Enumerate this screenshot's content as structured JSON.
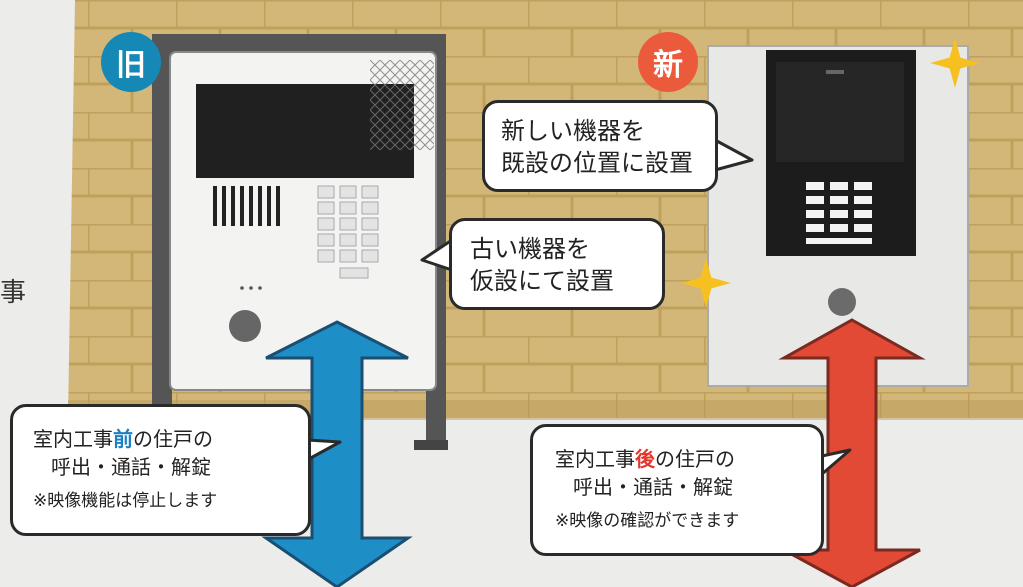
{
  "badges": {
    "old": "旧",
    "new": "新"
  },
  "side_text": "事",
  "bubbles": {
    "new_device": [
      "新しい機器を",
      "既設の位置に設置"
    ],
    "old_device": [
      "古い機器を",
      "仮設にて設置"
    ],
    "before": {
      "pre": "室内工事",
      "highlight": "前",
      "post": "の住戸の",
      "line2": "呼出・通話・解錠",
      "note": "※映像機能は停止します"
    },
    "after": {
      "pre": "室内工事",
      "highlight": "後",
      "post": "の住戸の",
      "line2": "呼出・通話・解錠",
      "note": "※映像の確認ができます"
    }
  },
  "colors": {
    "wall": "#d3b779",
    "old_accent": "#1588b6",
    "new_accent": "#ec5a3c",
    "arrow_blue": "#1e8fc6",
    "arrow_red": "#e24a35",
    "sparkle": "#f6c021"
  }
}
